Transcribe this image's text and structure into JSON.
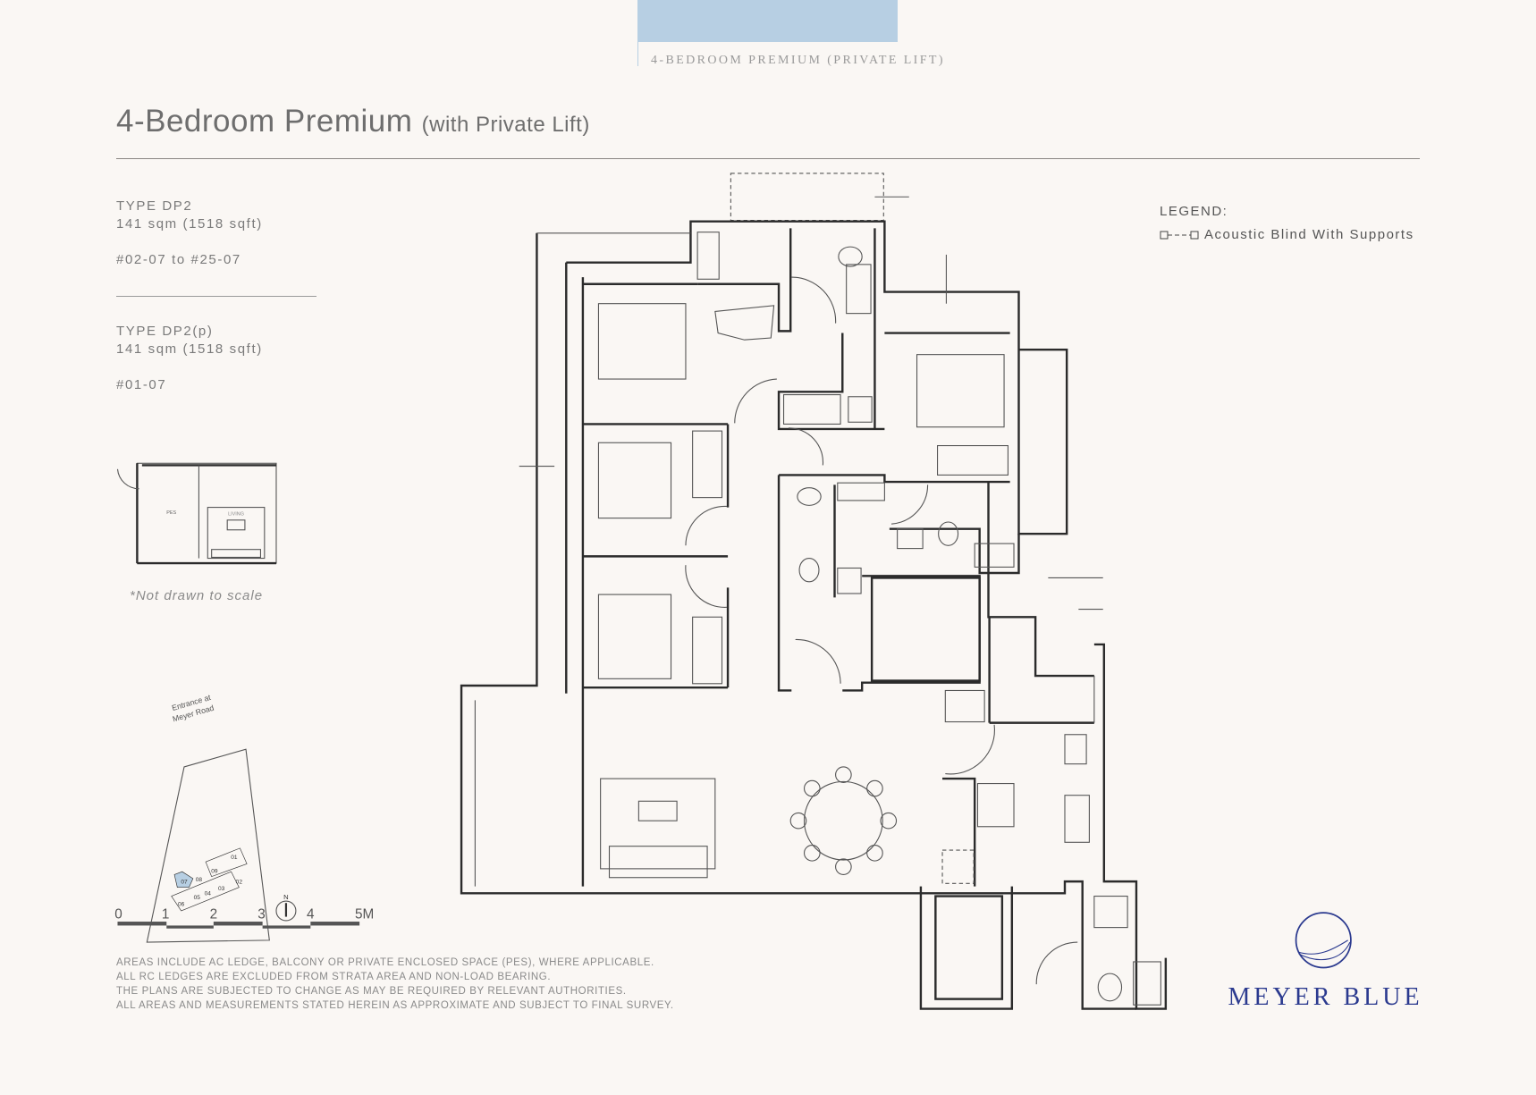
{
  "header": {
    "section_label": "4-BEDROOM PREMIUM (PRIVATE LIFT)",
    "title": "4-Bedroom Premium",
    "title_suffix": "(with Private Lift)",
    "tab_color": "#b7cfe3"
  },
  "units": [
    {
      "type": "TYPE DP2",
      "area": "141 sqm (1518 sqft)",
      "unit_range": "#02-07 to #25-07"
    },
    {
      "type": "TYPE DP2(p)",
      "area": "141 sqm (1518 sqft)",
      "unit_range": "#01-07"
    }
  ],
  "inset_plan": {
    "labels": {
      "pes": "PES",
      "living": "LIVING"
    },
    "note": "*Not drawn to scale"
  },
  "key_plan": {
    "entrance_label_line1": "Entrance at",
    "entrance_label_line2": "Meyer Road",
    "north_label": "N",
    "unit_numbers": [
      "01",
      "02",
      "03",
      "04",
      "05",
      "06",
      "07",
      "08",
      "09"
    ],
    "highlighted_unit": "07",
    "highlight_color": "#b7cfe3"
  },
  "scale_bar": {
    "ticks": [
      "0",
      "1",
      "2",
      "3",
      "4",
      "5M"
    ]
  },
  "legend": {
    "title": "LEGEND:",
    "items": [
      {
        "icon": "acoustic-blind-icon",
        "label": "Acoustic Blind With Supports"
      }
    ]
  },
  "footer": {
    "notes": [
      "AREAS INCLUDE AC LEDGE, BALCONY OR PRIVATE ENCLOSED SPACE (PES), WHERE APPLICABLE.",
      "ALL RC LEDGES ARE EXCLUDED FROM STRATA AREA AND NON-LOAD BEARING.",
      "THE PLANS ARE SUBJECTED TO CHANGE AS MAY BE REQUIRED BY RELEVANT AUTHORITIES.",
      "ALL AREAS AND MEASUREMENTS STATED HEREIN AS APPROXIMATE AND SUBJECT TO FINAL SURVEY."
    ]
  },
  "brand": {
    "name": "MEYER BLUE",
    "color": "#2b3a8f"
  }
}
